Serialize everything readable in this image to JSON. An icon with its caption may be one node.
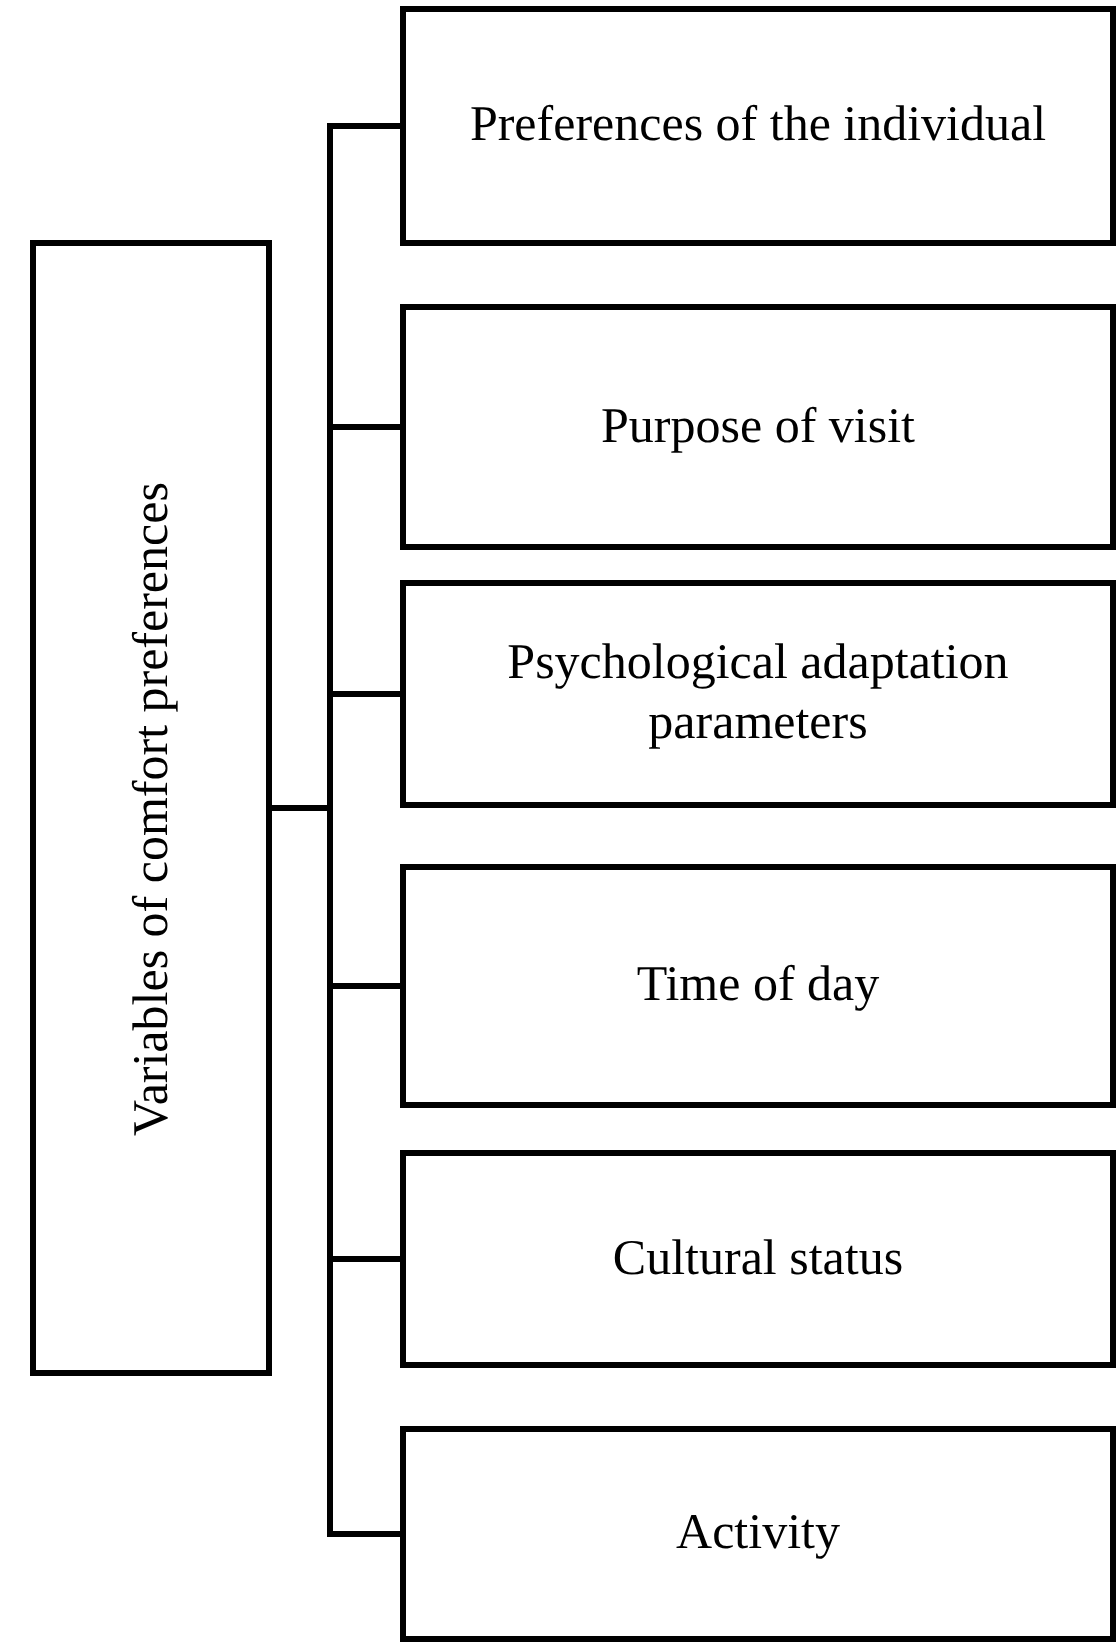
{
  "diagram": {
    "nodes": [
      {
        "text": [
          "Variables of comfort preferences"
        ]
      },
      {
        "text": [
          "Preferences of the individual"
        ]
      },
      {
        "text": [
          "Purpose of visit"
        ]
      },
      {
        "text": [
          "Psychological adaptation parameters"
        ]
      },
      {
        "text": [
          "Time of day"
        ]
      },
      {
        "text": [
          "Cultural status"
        ]
      },
      {
        "text": [
          "Activity"
        ]
      }
    ],
    "edges": [
      {
        "from": 0,
        "to": 1,
        "arrow": "none"
      },
      {
        "from": 0,
        "to": 2,
        "arrow": "none"
      },
      {
        "from": 0,
        "to": 3,
        "arrow": "none"
      },
      {
        "from": 0,
        "to": 4,
        "arrow": "none"
      },
      {
        "from": 0,
        "to": 5,
        "arrow": "none"
      },
      {
        "from": 0,
        "to": 6,
        "arrow": "none"
      }
    ]
  }
}
